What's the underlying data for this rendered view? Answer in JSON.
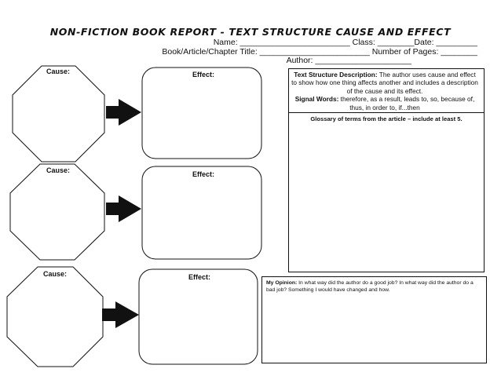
{
  "header": {
    "title": "NON-FICTION BOOK REPORT - TEXT STRUCTURE CAUSE AND EFFECT",
    "name_line": "Name: ________________________ Class: ________Date: _________",
    "book_line": "Book/Article/Chapter Title: ________________________ Number of Pages: ________",
    "author_line": "Author: _____________________"
  },
  "rows": [
    {
      "cause_label": "Cause:",
      "effect_label": "Effect:"
    },
    {
      "cause_label": "Cause:",
      "effect_label": "Effect:"
    },
    {
      "cause_label": "Cause:",
      "effect_label": "Effect:"
    }
  ],
  "description": {
    "heading": "Text Structure Description:",
    "text": "The author uses cause and effect to show how one thing affects another and includes a description of the cause and its effect.",
    "signal_heading": "Signal Words:",
    "signal_text": "therefore, as a result, leads to, so, because of, thus, in order to, if...then"
  },
  "glossary": {
    "text": "Glossary of terms from the article – include at least 5."
  },
  "opinion": {
    "heading": "My Opinion:",
    "text": "In what way did the author do a good job?  In what way did the author do a bad job? Something I would have changed and how."
  },
  "colors": {
    "ink": "#111111",
    "background": "#ffffff"
  }
}
